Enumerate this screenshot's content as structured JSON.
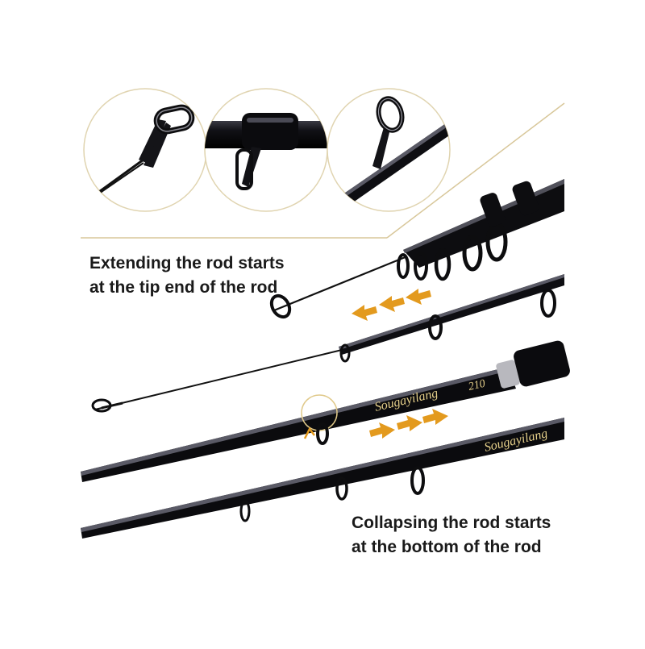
{
  "captions": {
    "extend_line1": "Extending the rod starts",
    "extend_line2": "at the tip end of the rod",
    "collapse_line1": "Collapsing the rod starts",
    "collapse_line2": "at the bottom of the rod"
  },
  "rod_labels": {
    "brand": "Sougayilang",
    "model": "210",
    "brand_cropped": "Sougayilang"
  },
  "colors": {
    "background": "#ffffff",
    "rod": "#0d0d0f",
    "arrow": "#e39a1e",
    "accent_line": "#d8c79a",
    "brand_text": "#e6d08a"
  },
  "icons": {
    "arrows_left": "arrow-left-icon",
    "arrows_right": "arrow-right-icon"
  }
}
